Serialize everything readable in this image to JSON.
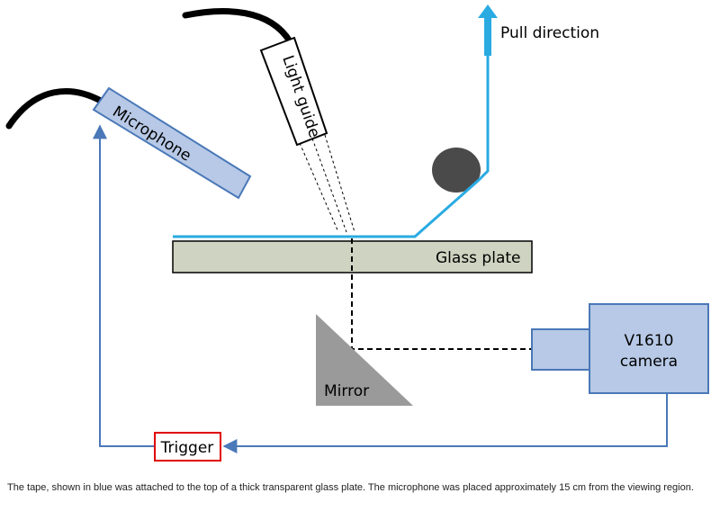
{
  "labels": {
    "pull_direction": "Pull direction",
    "light_guide": "Light guide",
    "microphone": "Microphone",
    "glass_plate": "Glass plate",
    "mirror": "Mirror",
    "camera_line1": "V1610",
    "camera_line2": "camera",
    "trigger": "Trigger"
  },
  "caption": "The tape, shown in blue was attached to the top of a thick transparent glass plate. The microphone was placed approximately 15 cm from the viewing region.",
  "colors": {
    "tape": "#29abe2",
    "wire": "#4a78b8",
    "device_fill": "#b7c9e6",
    "device_stroke": "#4a78b8",
    "glass_fill": "#cfd3c1",
    "mirror_fill": "#9a9a9a",
    "roller_fill": "#4a4a4a",
    "trigger_stroke": "#e00000"
  }
}
